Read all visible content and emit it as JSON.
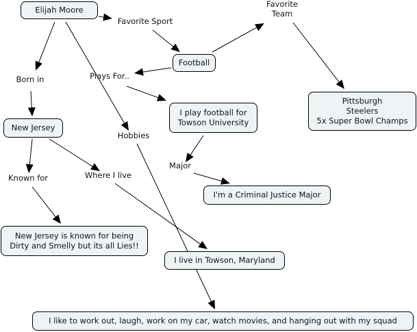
{
  "concepts": [
    {
      "id": "elijah",
      "lines": [
        "Elijah Moore"
      ]
    },
    {
      "id": "football",
      "lines": [
        "Football"
      ]
    },
    {
      "id": "steelers",
      "lines": [
        "Pittsburgh",
        "Steelers",
        "5x Super Bowl Champs"
      ]
    },
    {
      "id": "towson-u",
      "lines": [
        "I play football for",
        "Towson University"
      ]
    },
    {
      "id": "new-jersey",
      "lines": [
        "New Jersey"
      ]
    },
    {
      "id": "criminal-justice",
      "lines": [
        "I'm a Criminal Justice Major"
      ]
    },
    {
      "id": "nj-known",
      "lines": [
        "New Jersey is known for being",
        "Dirty and Smelly but its all Lies!!"
      ]
    },
    {
      "id": "towson-md",
      "lines": [
        "I live in Towson, Maryland"
      ]
    },
    {
      "id": "hobbies-detail",
      "lines": [
        "I like to work out, laugh, work on my car, watch movies, and hanging out with my squad"
      ]
    }
  ],
  "linking_phrases": [
    {
      "id": "favorite-sport",
      "lines": [
        "Favorite Sport"
      ]
    },
    {
      "id": "favorite-team",
      "lines": [
        "Favorite",
        "Team"
      ]
    },
    {
      "id": "plays-for",
      "lines": [
        "Plays For.."
      ]
    },
    {
      "id": "born-in",
      "lines": [
        "Born in"
      ]
    },
    {
      "id": "hobbies",
      "lines": [
        "Hobbies"
      ]
    },
    {
      "id": "major",
      "lines": [
        "Major"
      ]
    },
    {
      "id": "known-for",
      "lines": [
        "Known for"
      ]
    },
    {
      "id": "where-i-live",
      "lines": [
        "Where I live"
      ]
    }
  ],
  "connections": [
    [
      "elijah",
      "favorite-sport"
    ],
    [
      "favorite-sport",
      "football"
    ],
    [
      "football",
      "favorite-team"
    ],
    [
      "favorite-team",
      "steelers"
    ],
    [
      "football",
      "plays-for"
    ],
    [
      "plays-for",
      "towson-u"
    ],
    [
      "towson-u",
      "major"
    ],
    [
      "major",
      "criminal-justice"
    ],
    [
      "elijah",
      "born-in"
    ],
    [
      "born-in",
      "new-jersey"
    ],
    [
      "elijah",
      "hobbies"
    ],
    [
      "hobbies",
      "hobbies-detail"
    ],
    [
      "new-jersey",
      "known-for"
    ],
    [
      "known-for",
      "nj-known"
    ],
    [
      "new-jersey",
      "where-i-live"
    ],
    [
      "where-i-live",
      "towson-md"
    ]
  ]
}
